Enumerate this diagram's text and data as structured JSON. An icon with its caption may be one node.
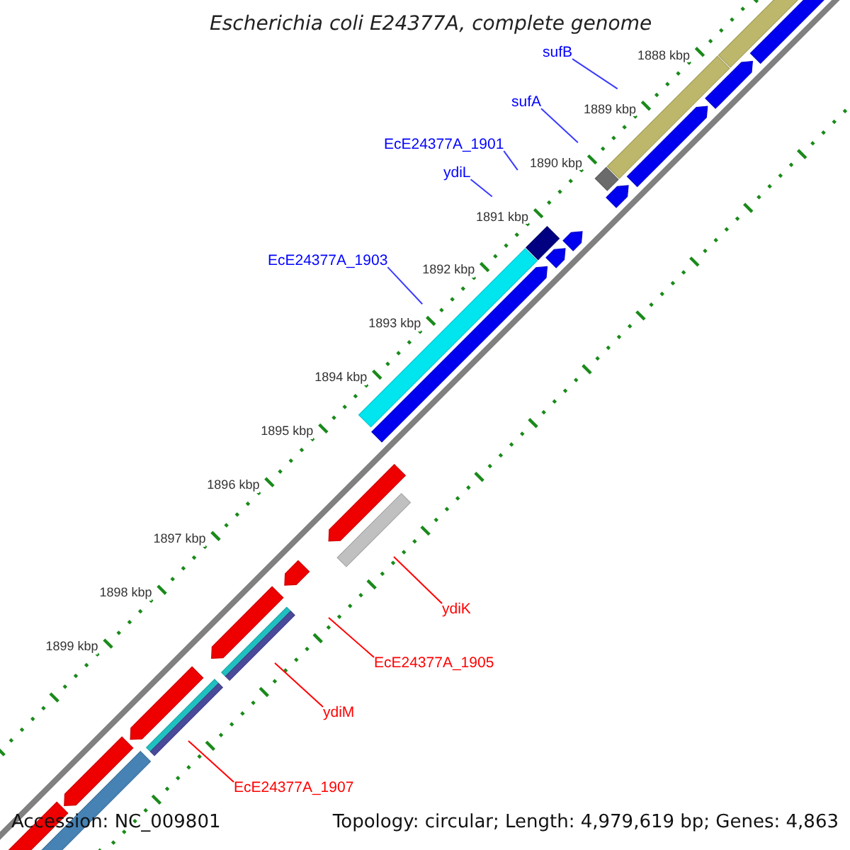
{
  "diagram": {
    "title": "Escherichia coli E24377A, complete genome",
    "nodes": [
      {
        "text": [
          "sufB"
        ]
      },
      {
        "text": [
          "sufA"
        ]
      },
      {
        "text": [
          "EcE24377A_1901"
        ]
      },
      {
        "text": [
          "ydiL"
        ]
      },
      {
        "text": [
          "EcE24377A_1903"
        ]
      },
      {
        "text": [
          "ydiK"
        ]
      },
      {
        "text": [
          "EcE24377A_1905"
        ]
      },
      {
        "text": [
          "ydiM"
        ]
      },
      {
        "text": [
          "EcE24377A_1907"
        ]
      }
    ],
    "edges": [
      {
        "from": 0,
        "to": null,
        "arrow": "none"
      },
      {
        "from": 1,
        "to": null,
        "arrow": "none"
      },
      {
        "from": 2,
        "to": null,
        "arrow": "none"
      },
      {
        "from": 3,
        "to": null,
        "arrow": "none"
      },
      {
        "from": 4,
        "to": null,
        "arrow": "none"
      },
      {
        "from": 5,
        "to": null,
        "arrow": "none",
        "color": "#ff0000"
      },
      {
        "from": 6,
        "to": null,
        "arrow": "none",
        "color": "#ff0000"
      },
      {
        "from": 7,
        "to": null,
        "arrow": "none",
        "color": "#ff0000"
      },
      {
        "from": 8,
        "to": null,
        "arrow": "none",
        "color": "#ff0000"
      }
    ],
    "labels": [
      "1888 kbp",
      "1889 kbp",
      "1890 kbp",
      "1891 kbp",
      "1892 kbp",
      "1893 kbp",
      "1894 kbp",
      "1895 kbp",
      "1896 kbp",
      "1897 kbp",
      "1898 kbp",
      "1899 kbp",
      "Accession: NC_009801",
      "Topology: circular; Length: 4,979,619 bp; Genes: 4,863"
    ]
  }
}
